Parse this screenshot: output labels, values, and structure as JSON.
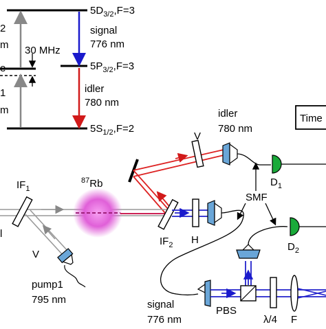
{
  "energy_levels": {
    "level_top": {
      "name": "5D",
      "sub": "3/2",
      "suffix": ",F=3"
    },
    "level_mid": {
      "name": "5P",
      "sub": "3/2",
      "suffix": ",F=3"
    },
    "level_ground": {
      "name": "5S",
      "sub": "1/2",
      "suffix": ",F=2"
    },
    "detuning": "30 MHz",
    "left_fragments": {
      "a": "2",
      "b": "m",
      "c": "e",
      "d": "1",
      "e": "m"
    },
    "signal_transition": {
      "label": "signal",
      "wavelength": "776 nm",
      "color": "#1a1acc"
    },
    "idler_transition": {
      "label": "idler",
      "wavelength": "780 nm",
      "color": "#d11a1a"
    },
    "pump_arrow_color": "#888888"
  },
  "setup": {
    "idler_label": "idler",
    "idler_wavelength": "780 nm",
    "time_box": "Time",
    "rb_label": "87Rb",
    "rb_mass": "87",
    "rb_element": "Rb",
    "IF1": {
      "name": "IF",
      "sub": "1"
    },
    "IF2": {
      "name": "IF",
      "sub": "2"
    },
    "H": "H",
    "V_top": "V",
    "V_pump": "V",
    "smf": "SMF",
    "D1": {
      "name": "D",
      "sub": "1"
    },
    "D2": {
      "name": "D",
      "sub": "2"
    },
    "pump1_label": "pump1",
    "pump1_wavelength": "795 nm",
    "signal_label": "signal",
    "signal_wavelength": "776 nm",
    "pbs": "PBS",
    "quarter_wave": "λ/4",
    "filter": "F",
    "fragment_left": "l",
    "colors": {
      "idler_beam": "#dd2222",
      "signal_beam": "#2222cc",
      "pump_beam": "#888888",
      "detector": "#1aaa3a",
      "fiber_coupler": "#6aa6d8",
      "rb_cloud": "#e060d8"
    }
  }
}
